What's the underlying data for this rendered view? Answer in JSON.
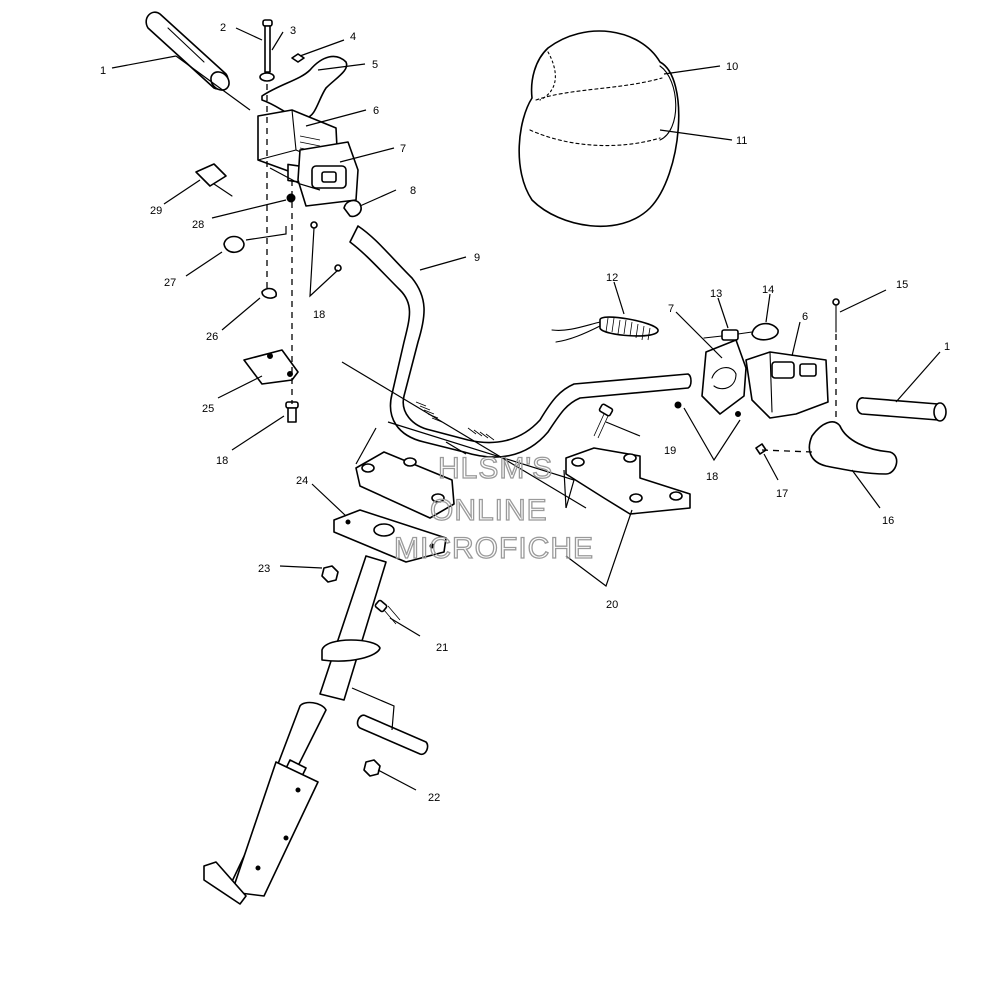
{
  "watermark": {
    "line1": "HLSM'S",
    "line2": "ONLINE",
    "line3": "MICROFICHE",
    "color": "#9a9a9a"
  },
  "callouts": {
    "c1_left": "1",
    "c2": "2",
    "c3": "3",
    "c4": "4",
    "c5": "5",
    "c6_left": "6",
    "c7_left": "7",
    "c8": "8",
    "c9": "9",
    "c10": "10",
    "c11": "11",
    "c12": "12",
    "c13": "13",
    "c14": "14",
    "c15": "15",
    "c1_right": "1",
    "c7_right": "7",
    "c6_right": "6",
    "c18_upper": "18",
    "c18_left": "18",
    "c18_right": "18",
    "c19": "19",
    "c17": "17",
    "c16": "16",
    "c20": "20",
    "c21": "21",
    "c22": "22",
    "c23": "23",
    "c24": "24",
    "c25": "25",
    "c26": "26",
    "c27": "27",
    "c28": "28",
    "c29": "29"
  }
}
